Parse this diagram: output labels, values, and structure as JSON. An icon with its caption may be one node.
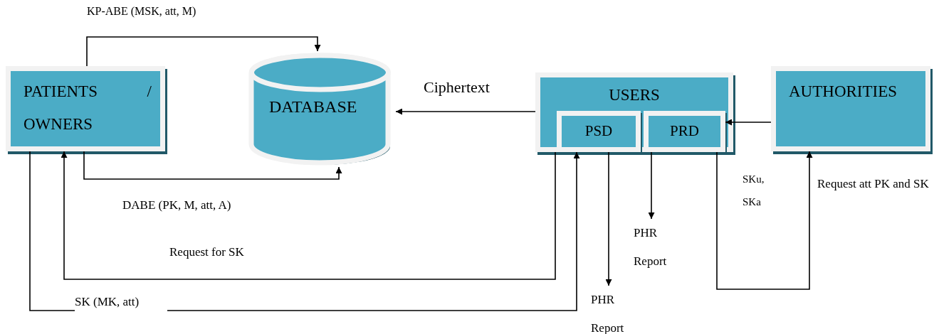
{
  "diagram": {
    "nodes": [
      {
        "text": [
          "PATIENTS / OWNERS"
        ]
      },
      {
        "text": [
          "DATABASE"
        ]
      },
      {
        "text": [
          "USERS"
        ]
      },
      {
        "text": [
          "PSD"
        ],
        "in": 2
      },
      {
        "text": [
          "PRD"
        ],
        "in": 2
      },
      {
        "text": [
          "AUTHORITIES"
        ]
      },
      {
        "text": [
          "PHR Report"
        ]
      },
      {
        "text": [
          "PHR Report"
        ]
      }
    ],
    "edges": [
      {
        "from": 0,
        "to": 1,
        "arrow": "to",
        "label": "KP-ABE (MSK, att, M)"
      },
      {
        "from": 2,
        "to": 1,
        "arrow": "to",
        "label": "Ciphertext"
      },
      {
        "from": 5,
        "to": 4,
        "arrow": "to",
        "label": "SKu, SKa"
      },
      {
        "from": 0,
        "to": 1,
        "arrow": "to",
        "label": "DABE (PK, M, att, A)"
      },
      {
        "from": 4,
        "to": 6,
        "arrow": "to"
      },
      {
        "from": 2,
        "to": 5,
        "arrow": "to",
        "label": "Request att PK and SK"
      },
      {
        "from": 2,
        "to": 0,
        "arrow": "to",
        "label": "Request for SK"
      },
      {
        "from": 3,
        "to": 7,
        "arrow": "to"
      },
      {
        "from": 0,
        "to": 3,
        "arrow": "to",
        "label": "SK (MK, att)"
      }
    ]
  }
}
